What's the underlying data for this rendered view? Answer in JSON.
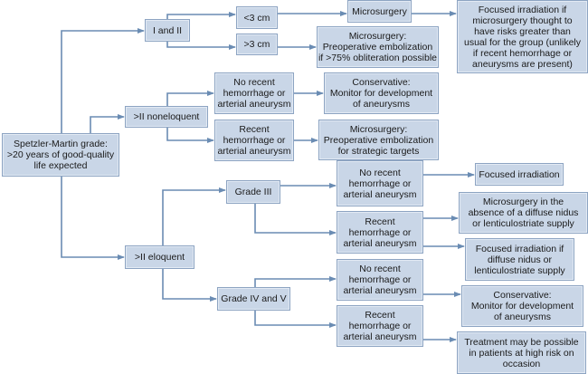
{
  "colors": {
    "box_fill": "#c9d6e7",
    "box_border": "#8da4c2",
    "connector": "#6a8cb3"
  },
  "root": "Spetzler-Martin grade:\n>20 years of good-quality\nlife expected",
  "grade_1_2": {
    "label": "I and II",
    "lt3": "<3 cm",
    "gt3": ">3 cm",
    "lt3_tx": "Microsurgery",
    "lt3_tx2": "Focused irradiation if\nmicrosurgery thought to\nhave risks greater than\nusual for the group (unlikely\nif recent hemorrhage or\naneurysms are present)",
    "gt3_tx": "Microsurgery:\nPreoperative embolization\nif >75% obliteration possible"
  },
  "noneloquent": {
    "label": ">II noneloquent",
    "no_recent": "No recent\nhemorrhage or\narterial aneurysm",
    "recent": "Recent\nhemorrhage or\narterial aneurysm",
    "no_recent_tx": "Conservative:\nMonitor for development\nof aneurysms",
    "recent_tx": "Microsurgery:\nPreoperative embolization\nfor strategic targets"
  },
  "eloquent": {
    "label": ">II eloquent",
    "grade3": {
      "label": "Grade III",
      "no_recent": "No recent\nhemorrhage or\narterial aneurysm",
      "recent": "Recent\nhemorrhage or\narterial aneurysm",
      "no_recent_tx": "Focused irradiation",
      "recent_tx1": "Microsurgery in the\nabsence of a diffuse nidus\nor lenticulostriate supply",
      "recent_tx2": "Focused irradiation if\ndiffuse nidus or\nlenticulostriate supply"
    },
    "grade45": {
      "label": "Grade IV and V",
      "no_recent": "No recent\nhemorrhage or\narterial aneurysm",
      "recent": "Recent\nhemorrhage or\narterial aneurysm",
      "no_recent_tx": "Conservative:\nMonitor for development\nof aneurysms",
      "recent_tx": "Treatment may be possible\nin patients at high risk on\noccasion"
    }
  }
}
